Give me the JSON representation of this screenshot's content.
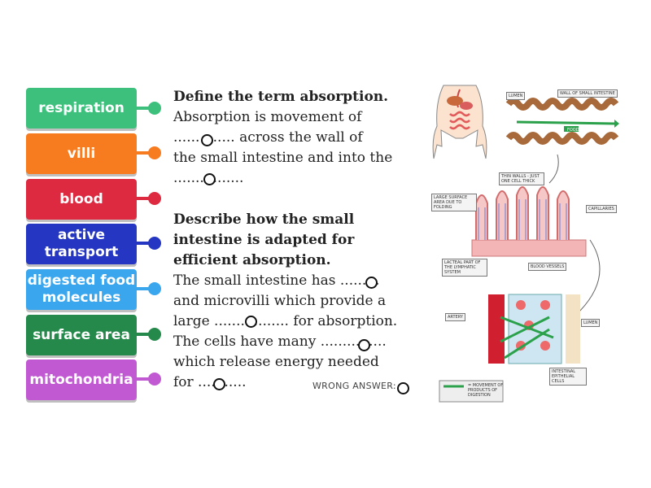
{
  "tiles": [
    {
      "label": "respiration",
      "color": "#3cc07c"
    },
    {
      "label": "villi",
      "color": "#f77b1f"
    },
    {
      "label": "blood",
      "color": "#dd2a40"
    },
    {
      "label": "active transport",
      "color": "#2436c2"
    },
    {
      "label": "digested food molecules",
      "color": "#39a6ee"
    },
    {
      "label": "surface area",
      "color": "#24894a"
    },
    {
      "label": "mitochondria",
      "color": "#c15ad2"
    }
  ],
  "question1": {
    "title": "Define the term absorption.",
    "line1": "Absorption is movement of",
    "line2a": "......",
    "line2b": "........ across the wall of",
    "line3": "the small intestine and into the",
    "line4": "................"
  },
  "question2": {
    "title1": "Describe how the small",
    "title2": "intestine is adapted for",
    "title3": "efficient absorption.",
    "line1": "The small intestine has .........",
    "line2": "and microvilli which provide a",
    "line3": "large ................. for absorption.",
    "line4": "The cells have many ...............",
    "line5": "which release energy needed",
    "line6": "for ..........."
  },
  "wrong_answer_label": "WRONG ANSWER:",
  "diagram": {
    "lumen": "LUMEN",
    "wall": "WALL OF SMALL INTESTINE",
    "food": "FOOD",
    "thin_walls": "THIN WALLS - JUST ONE CELL THICK",
    "large_surface": "LARGE SURFACE AREA DUE TO FOLDING",
    "capillaries": "CAPILLARIES",
    "lacteal": "LACTEAL PART OF THE LYMPHATIC SYSTEM",
    "blood_vessels": "BLOOD VESSELS",
    "artery": "ARTERY",
    "lumen2": "LUMEN",
    "epithelial": "INTESTINAL EPITHELIAL CELLS",
    "legend": "= MOVEMENT OF PRODUCTS OF DIGESTION"
  }
}
